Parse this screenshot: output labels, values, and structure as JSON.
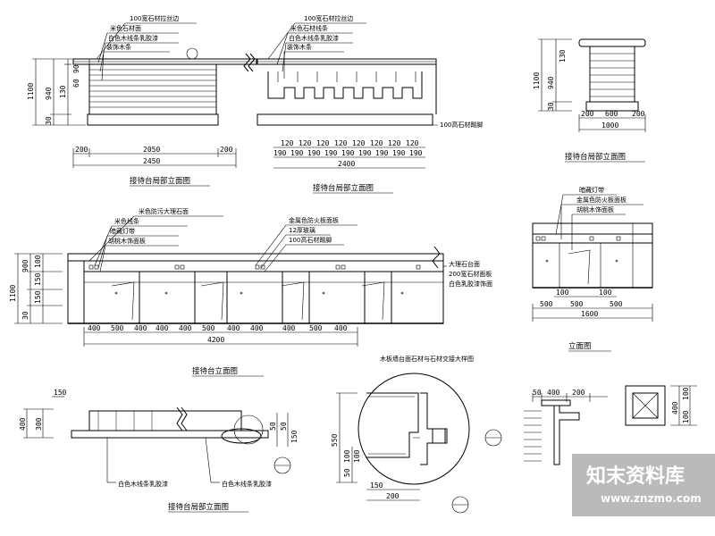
{
  "drawings": {
    "top_front": {
      "caption": "接待台局部立面图",
      "labels": [
        "100宽石材拉丝边",
        "米色石材面",
        "白色木线条乳胶漆",
        "装饰木条"
      ],
      "dims_bottom": [
        "200",
        "2050",
        "200",
        "2450"
      ],
      "dims_left": [
        "1100",
        "940",
        "130",
        "30",
        "90",
        "60"
      ]
    },
    "top_side": {
      "caption": "接待台局部立面图",
      "labels": [
        "100宽石材拉丝边",
        "米色石材线条",
        "白色木线条乳胶漆",
        "装饰木条"
      ],
      "note_right": "100高石材踢脚",
      "dims_top": [
        "120",
        "120",
        "120",
        "120",
        "120",
        "120",
        "120",
        "120"
      ],
      "dims_bottom": [
        "190",
        "190",
        "190",
        "190",
        "190",
        "190",
        "190",
        "190",
        "190"
      ],
      "total": "2400"
    },
    "top_right": {
      "caption": "接待台局部立面图",
      "dims_left": [
        "1100",
        "940",
        "130",
        "30"
      ],
      "dims_bottom": [
        "200",
        "600",
        "200",
        "1000"
      ]
    },
    "mid_left": {
      "caption": "接待台立面图",
      "labels": [
        "米色防污大理石面",
        "米色线条",
        "暗藏灯带",
        "胡桃木饰面板"
      ],
      "labels_mid": [
        "金属色防火板面板",
        "12厚玻璃",
        "100高石材踢脚"
      ],
      "note_right": [
        "大理石台面",
        "200宽石材面板",
        "白色乳胶漆饰面"
      ],
      "dims_left": [
        "1100",
        "900",
        "30",
        "150",
        "150",
        "100"
      ],
      "dims_bottom": [
        "400",
        "500",
        "400",
        "400",
        "400",
        "500",
        "400",
        "400",
        "400",
        "500",
        "400",
        "4200"
      ]
    },
    "mid_right": {
      "caption": "立面图",
      "labels": [
        "暗藏灯带",
        "金属色防火板面板",
        "胡桃木饰面板"
      ],
      "dims_bottom": [
        "100",
        "100",
        "500",
        "500",
        "500",
        "1600"
      ]
    },
    "bottom_left": {
      "caption": "接待台局部立面图",
      "labels": [
        "白色木线条乳胶漆",
        "白色木线条乳胶漆"
      ],
      "dims_left": [
        "400",
        "300",
        "150"
      ],
      "dims_right": [
        "50",
        "50",
        "150"
      ]
    },
    "bottom_mid": {
      "title": "木板墙台面石材与石材交接大样图",
      "dims": [
        "150",
        "200",
        "550",
        "100",
        "50",
        "100"
      ]
    },
    "bottom_right": {
      "dims_top": [
        "50",
        "400",
        "200"
      ],
      "dims_right": [
        "100",
        "400",
        "100"
      ]
    }
  },
  "watermark": {
    "text": "知末资料库",
    "url": "www.znzmo.com"
  }
}
